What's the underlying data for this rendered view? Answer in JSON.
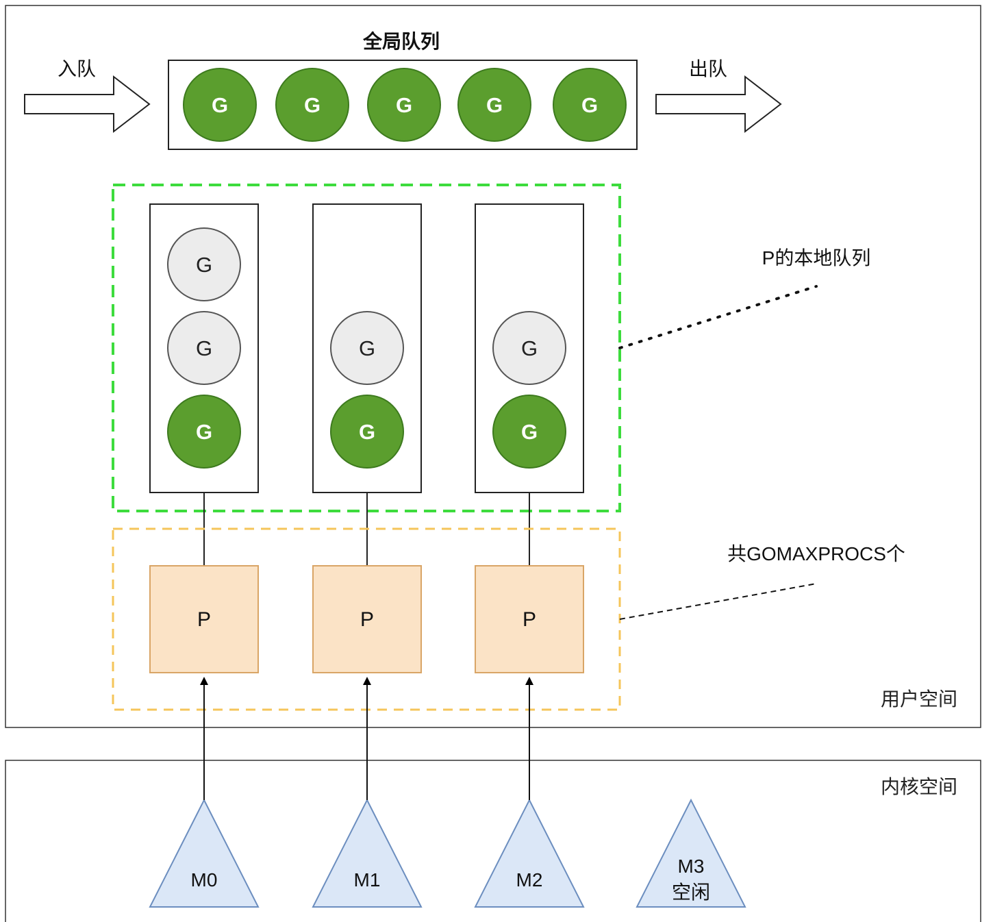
{
  "global_queue": {
    "title": "全局队列",
    "enqueue_label": "入队",
    "dequeue_label": "出队",
    "items": [
      "G",
      "G",
      "G",
      "G",
      "G"
    ]
  },
  "local_queues": {
    "label": "P的本地队列",
    "columns": [
      {
        "items": [
          {
            "label": "G",
            "state": "waiting"
          },
          {
            "label": "G",
            "state": "waiting"
          },
          {
            "label": "G",
            "state": "running"
          }
        ]
      },
      {
        "items": [
          {
            "label": "G",
            "state": "waiting"
          },
          {
            "label": "G",
            "state": "running"
          }
        ]
      },
      {
        "items": [
          {
            "label": "G",
            "state": "waiting"
          },
          {
            "label": "G",
            "state": "running"
          }
        ]
      }
    ]
  },
  "processors": {
    "label": "共GOMAXPROCS个",
    "items": [
      "P",
      "P",
      "P"
    ]
  },
  "user_space": {
    "label": "用户空间"
  },
  "kernel_space": {
    "label": "内核空间",
    "threads": [
      {
        "name": "M0",
        "status": ""
      },
      {
        "name": "M1",
        "status": ""
      },
      {
        "name": "M2",
        "status": ""
      },
      {
        "name": "M3",
        "status": "空闲"
      }
    ]
  },
  "colors": {
    "g_running_fill": "#5b9e2e",
    "g_running_stroke": "#3d7a1e",
    "g_waiting_fill": "#ececec",
    "g_waiting_stroke": "#555555",
    "p_fill": "#fbe3c6",
    "p_stroke": "#d9a566",
    "m_fill": "#dbe7f7",
    "m_stroke": "#6c8ebf",
    "local_border": "#3ddc3d",
    "proc_border": "#f5c55a"
  }
}
